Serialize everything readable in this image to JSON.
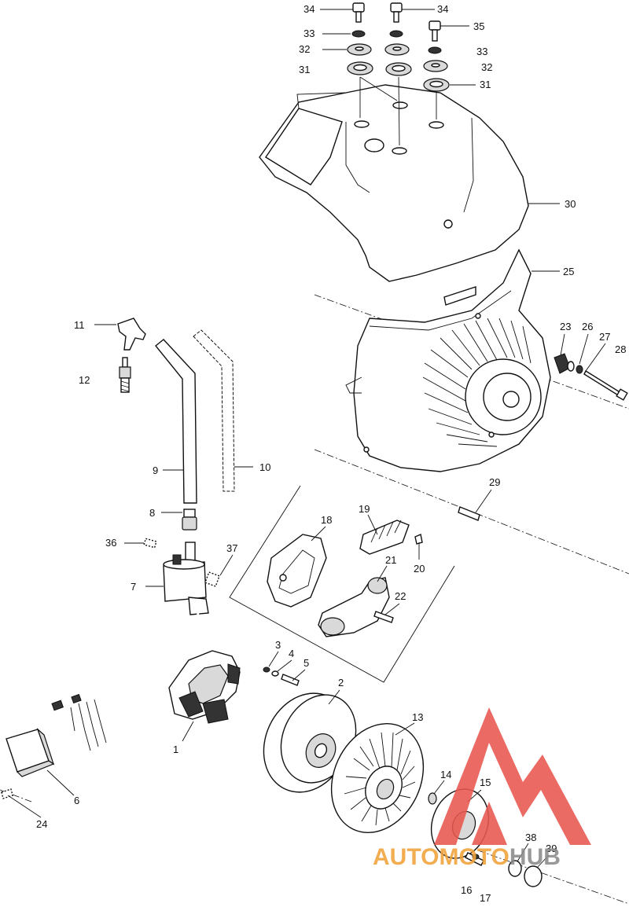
{
  "diagram": {
    "callouts": [
      {
        "id": "34a",
        "text": "34"
      },
      {
        "id": "34b",
        "text": "34"
      },
      {
        "id": "35",
        "text": "35"
      },
      {
        "id": "33a",
        "text": "33"
      },
      {
        "id": "33b",
        "text": "33"
      },
      {
        "id": "32a",
        "text": "32"
      },
      {
        "id": "32b",
        "text": "32"
      },
      {
        "id": "31a",
        "text": "31"
      },
      {
        "id": "31b",
        "text": "31"
      },
      {
        "id": "30",
        "text": "30"
      },
      {
        "id": "25",
        "text": "25"
      },
      {
        "id": "23",
        "text": "23"
      },
      {
        "id": "26",
        "text": "26"
      },
      {
        "id": "27",
        "text": "27"
      },
      {
        "id": "28",
        "text": "28"
      },
      {
        "id": "11",
        "text": "11"
      },
      {
        "id": "12",
        "text": "12"
      },
      {
        "id": "9",
        "text": "9"
      },
      {
        "id": "10",
        "text": "10"
      },
      {
        "id": "8",
        "text": "8"
      },
      {
        "id": "36",
        "text": "36"
      },
      {
        "id": "37",
        "text": "37"
      },
      {
        "id": "7",
        "text": "7"
      },
      {
        "id": "18",
        "text": "18"
      },
      {
        "id": "19",
        "text": "19"
      },
      {
        "id": "20",
        "text": "20"
      },
      {
        "id": "21",
        "text": "21"
      },
      {
        "id": "22",
        "text": "22"
      },
      {
        "id": "29",
        "text": "29"
      },
      {
        "id": "3",
        "text": "3"
      },
      {
        "id": "4",
        "text": "4"
      },
      {
        "id": "5",
        "text": "5"
      },
      {
        "id": "2",
        "text": "2"
      },
      {
        "id": "1",
        "text": "1"
      },
      {
        "id": "13",
        "text": "13"
      },
      {
        "id": "14",
        "text": "14"
      },
      {
        "id": "15",
        "text": "15"
      },
      {
        "id": "6",
        "text": "6"
      },
      {
        "id": "24",
        "text": "24"
      },
      {
        "id": "38",
        "text": "38"
      },
      {
        "id": "39",
        "text": "39"
      },
      {
        "id": "16",
        "text": "16"
      },
      {
        "id": "17",
        "text": "17"
      }
    ]
  },
  "watermark": {
    "part1": "AUTO",
    "part2": "MOTO",
    "part3": "HUB",
    "color_red": "#e8574e",
    "color_orange": "#f2a23a",
    "color_gray": "#8a8a8a"
  }
}
